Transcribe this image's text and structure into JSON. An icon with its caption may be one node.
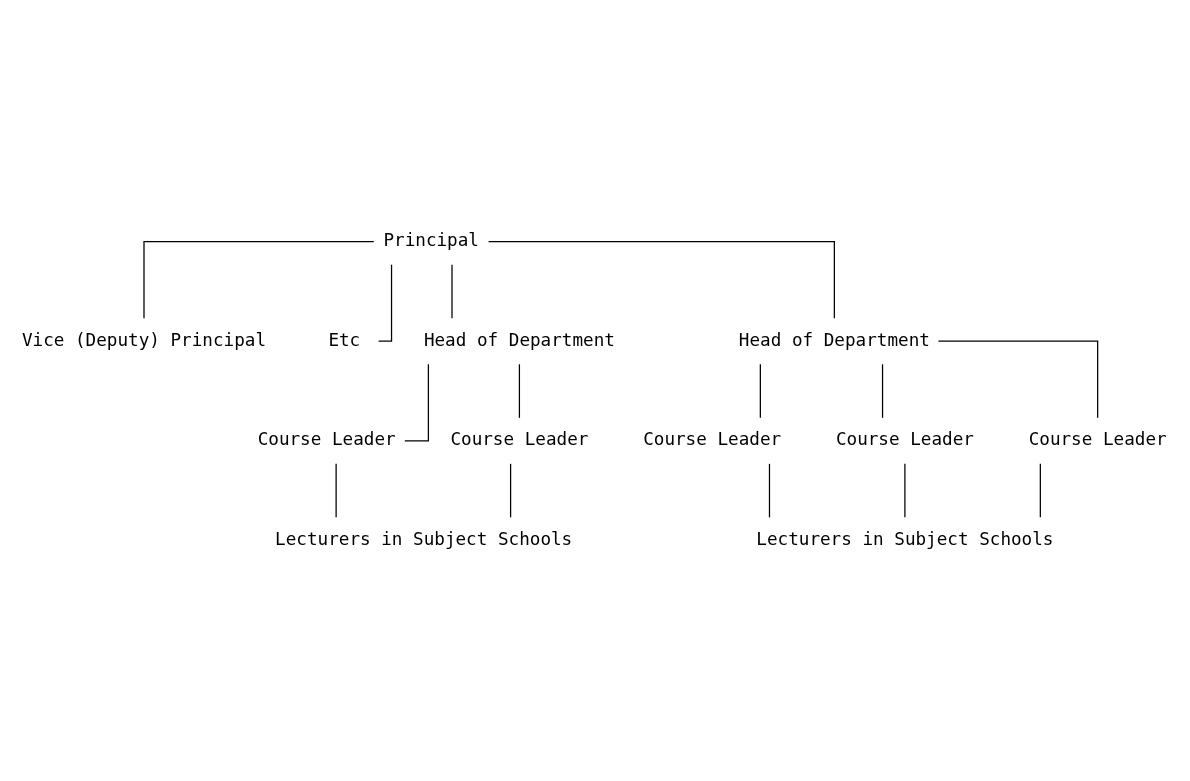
{
  "diagram": {
    "nodes": [
      {
        "text": [
          "Principal"
        ]
      },
      {
        "text": [
          "Vice (Deputy) Principal"
        ]
      },
      {
        "text": [
          "Etc"
        ]
      },
      {
        "text": [
          "Head of Department"
        ]
      },
      {
        "text": [
          "Head of Department"
        ]
      },
      {
        "text": [
          "Course Leader"
        ]
      },
      {
        "text": [
          "Course Leader"
        ]
      },
      {
        "text": [
          "Course Leader"
        ]
      },
      {
        "text": [
          "Course Leader"
        ]
      },
      {
        "text": [
          "Course Leader"
        ]
      },
      {
        "text": [
          "Lecturers in Subject Schools"
        ]
      },
      {
        "text": [
          "Lecturers in Subject Schools"
        ]
      }
    ],
    "edges": [
      {
        "from": 0,
        "to": 1,
        "arrow": "none"
      },
      {
        "from": 0,
        "to": 2,
        "arrow": "none"
      },
      {
        "from": 0,
        "to": 3,
        "arrow": "none"
      },
      {
        "from": 0,
        "to": 4,
        "arrow": "none"
      },
      {
        "from": 3,
        "to": 5,
        "arrow": "none"
      },
      {
        "from": 3,
        "to": 6,
        "arrow": "none"
      },
      {
        "from": 4,
        "to": 7,
        "arrow": "none"
      },
      {
        "from": 4,
        "to": 8,
        "arrow": "none"
      },
      {
        "from": 4,
        "to": 9,
        "arrow": "none"
      },
      {
        "from": 5,
        "to": 10,
        "arrow": "none"
      },
      {
        "from": 6,
        "to": 10,
        "arrow": "none"
      },
      {
        "from": 7,
        "to": 11,
        "arrow": "none"
      },
      {
        "from": 8,
        "to": 11,
        "arrow": "none"
      },
      {
        "from": 9,
        "to": 11,
        "arrow": "none"
      }
    ]
  }
}
